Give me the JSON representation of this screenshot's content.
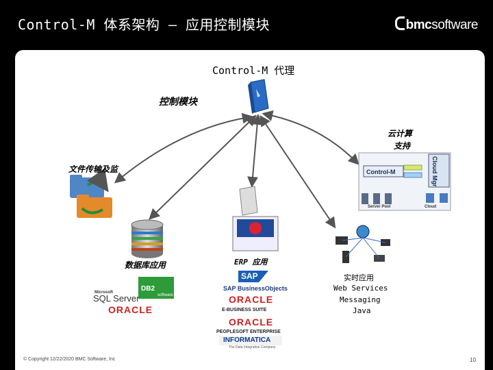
{
  "slide": {
    "title": "Control-M 体系架构 – 应用控制模块",
    "brand_bold": "bmc",
    "brand_light": "software",
    "footer_copyright": "© Copyright 12/22/2020 BMC Software, Inc",
    "page_number": "10"
  },
  "nodes": {
    "agent": "Control-M 代理",
    "control_module": "控制模块",
    "cloud": "云计算",
    "cloud2": "支持",
    "file_transfer": "文件传输及监",
    "database": "数据库应用",
    "erp": "ERP 应用",
    "realtime": "实时应用",
    "web_services": "Web Services",
    "messaging": "Messaging",
    "java": "Java"
  },
  "cloud_panel": {
    "control_m": "Control-M",
    "cloud_mgr": "Cloud Mgr",
    "server_pool": "Server Pool",
    "cloud_label": "Cloud"
  },
  "logos": {
    "sql_server": "SQL Server",
    "microsoft": "Microsoft",
    "db2": "DB2",
    "db2_software": "software",
    "oracle": "ORACLE",
    "sap": "SAP",
    "business_objects": "SAP BusinessObjects",
    "ebusiness_suite": "E-BUSINESS SUITE",
    "peoplesoft": "PEOPLESOFT ENTERPRISE",
    "informatica": "INFORMATICA",
    "informatica_tag": "The Data Integration Company"
  },
  "colors": {
    "oracle_red": "#d01f1f",
    "sap_blue": "#1a5fb4",
    "db2_green": "#2e9b3b",
    "arrow": "#555555"
  }
}
